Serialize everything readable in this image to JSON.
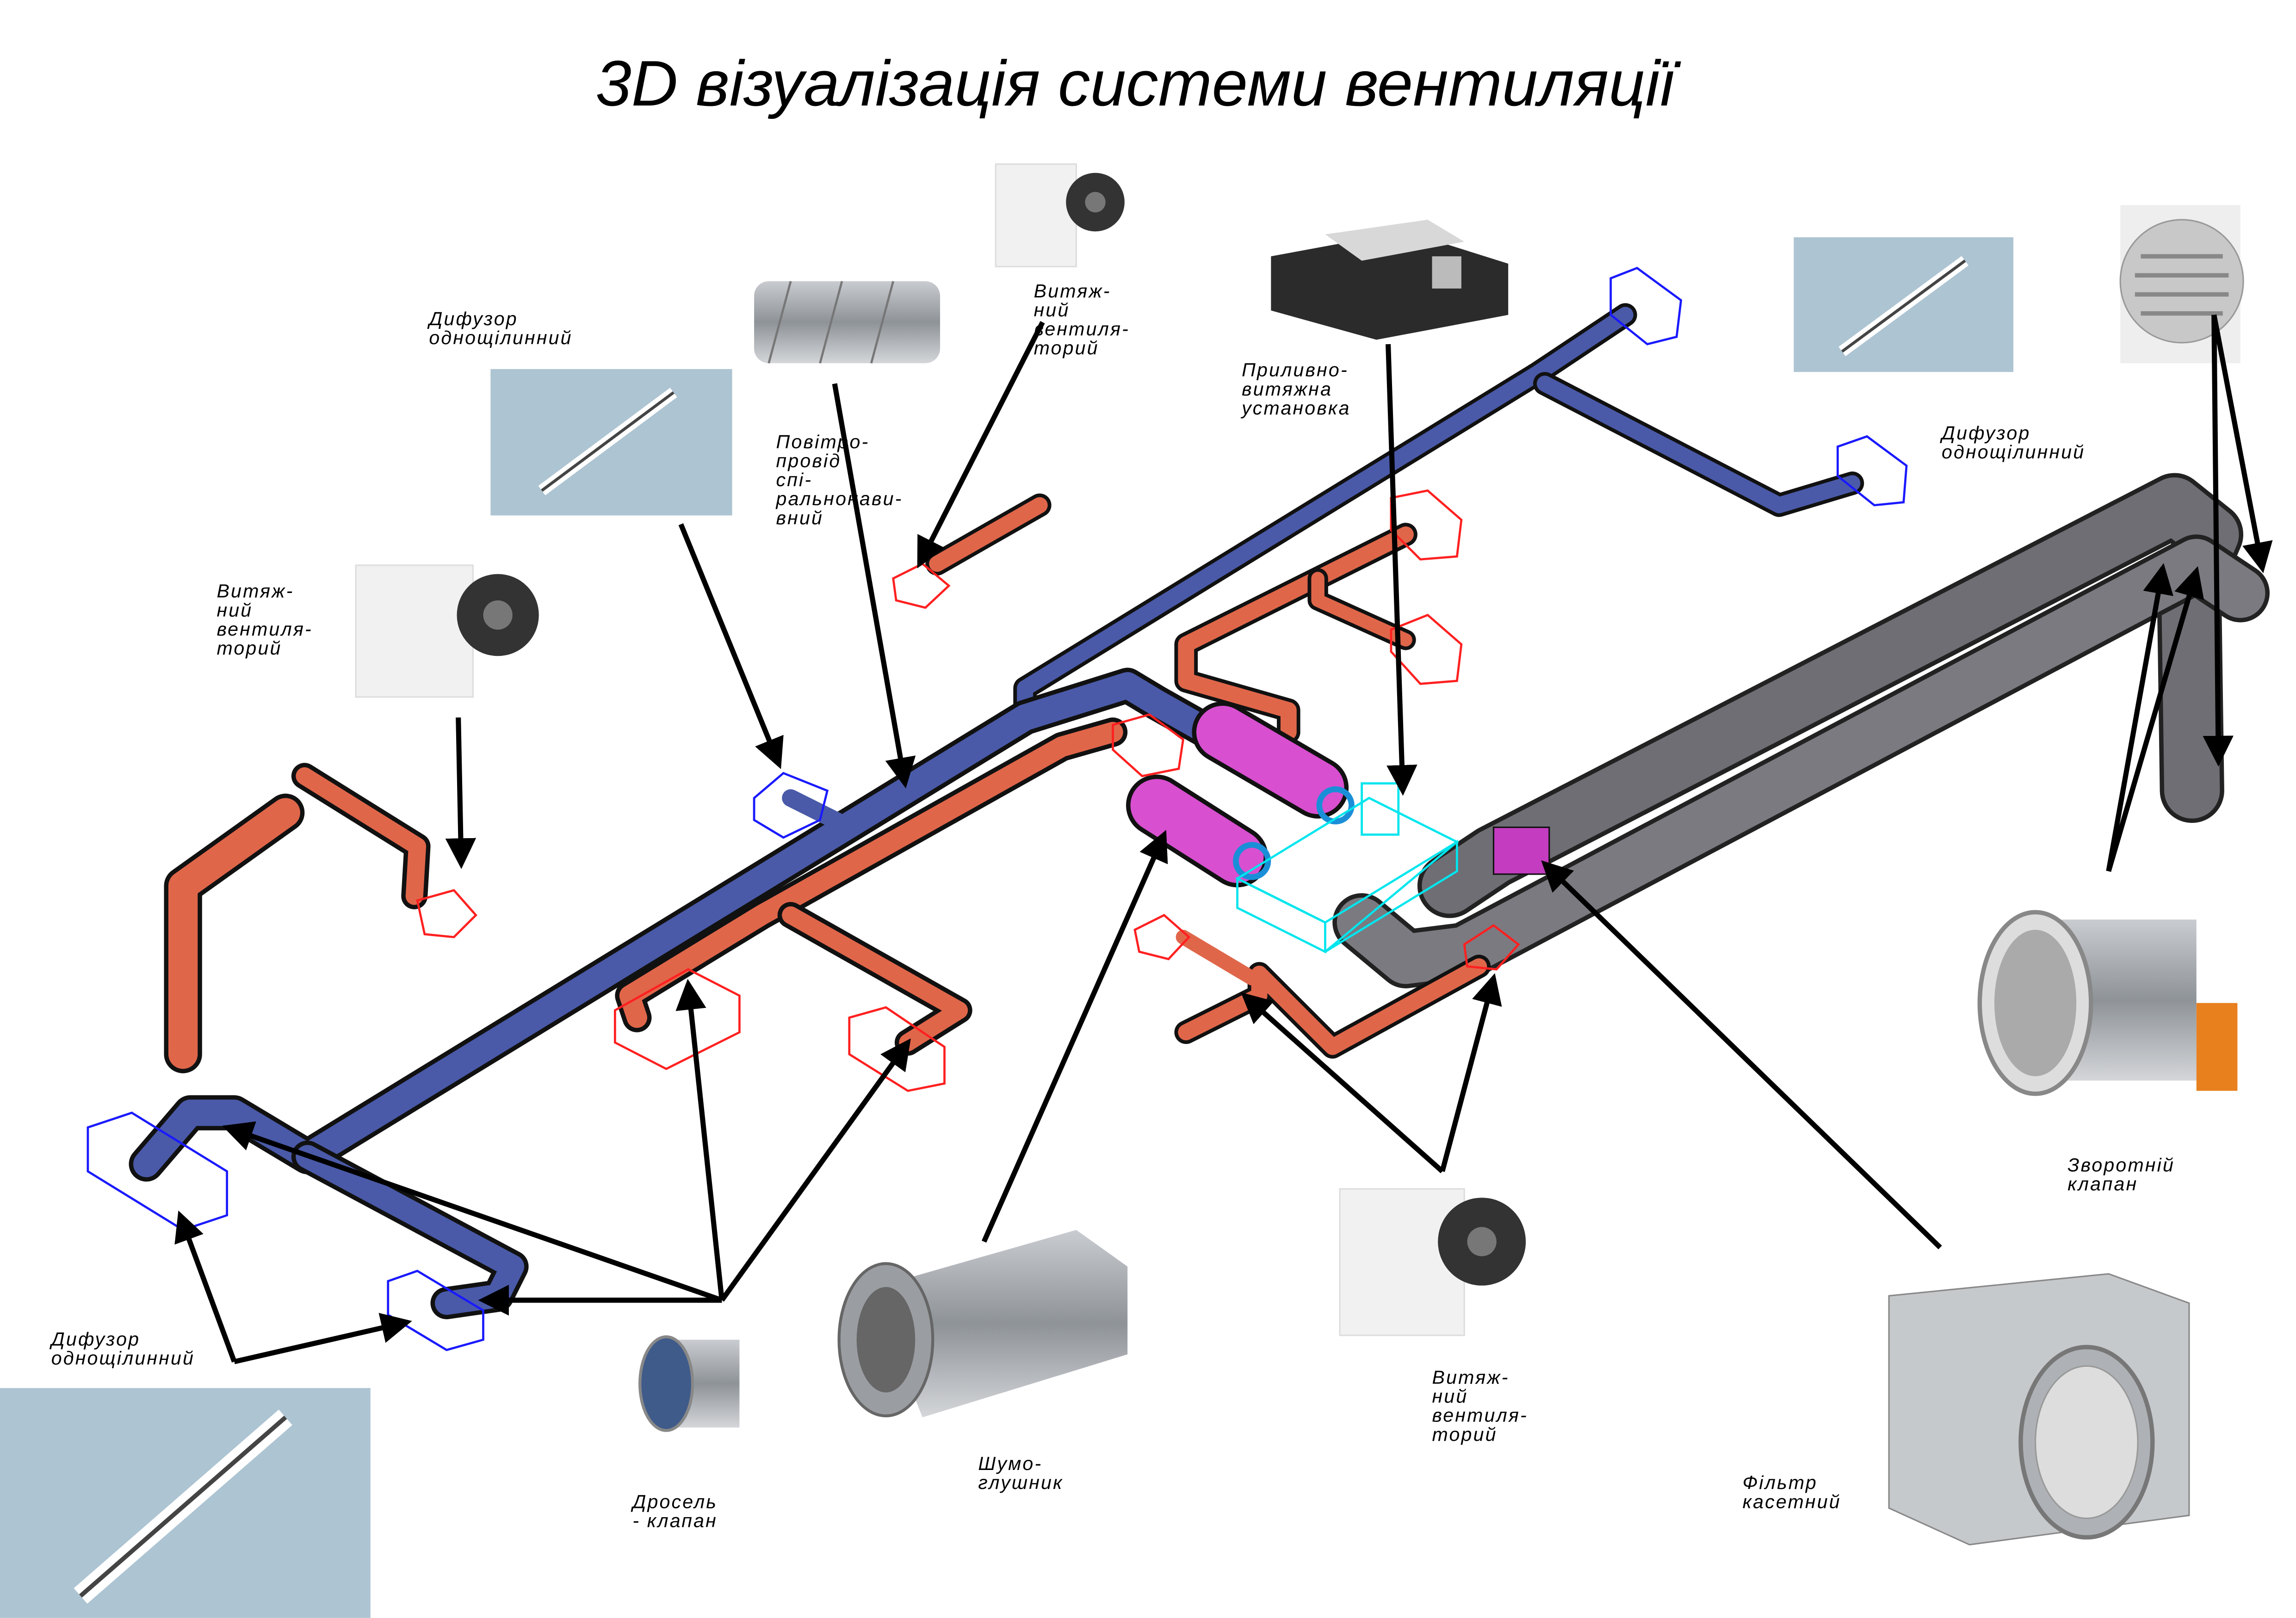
{
  "title": "3D візуалізація системи вентиляції",
  "labels": {
    "diffuser_top": [
      "Дифузор",
      "однощілинний"
    ],
    "spiral_duct": [
      "Повітро-",
      "провід",
      "спі-",
      "ральнонави-",
      "вний"
    ],
    "fan_top": [
      "Витяж-",
      "ний",
      "вентиля-",
      "торий"
    ],
    "ahu": [
      "Приливно-",
      "витяжна",
      "установка"
    ],
    "diffuser_right": [
      "Дифузор",
      "однощілинний"
    ],
    "fan_left": [
      "Витяж-",
      "ний",
      "вентиля-",
      "торий"
    ],
    "check_valve": [
      "Зворотній",
      "клапан"
    ],
    "diffuser_bottom": [
      "Дифузор",
      "однощілинний"
    ],
    "throttle_valve": [
      "Дросель",
      "- клапан"
    ],
    "silencer": [
      "Шумо-",
      "глушник"
    ],
    "fan_bottom": [
      "Витяж-",
      "ний",
      "вентиля-",
      "торий"
    ],
    "filter": [
      "Фільтр",
      "касетний"
    ]
  },
  "colors": {
    "supply_duct": "#4a5aa8",
    "exhaust_duct": "#e0664a",
    "outdoor_duct": "#6e6e74",
    "silencer": "#d84fd0",
    "ahu_outline": "#00e5ee",
    "diffuser_photo_bg": "#adc4d2"
  }
}
